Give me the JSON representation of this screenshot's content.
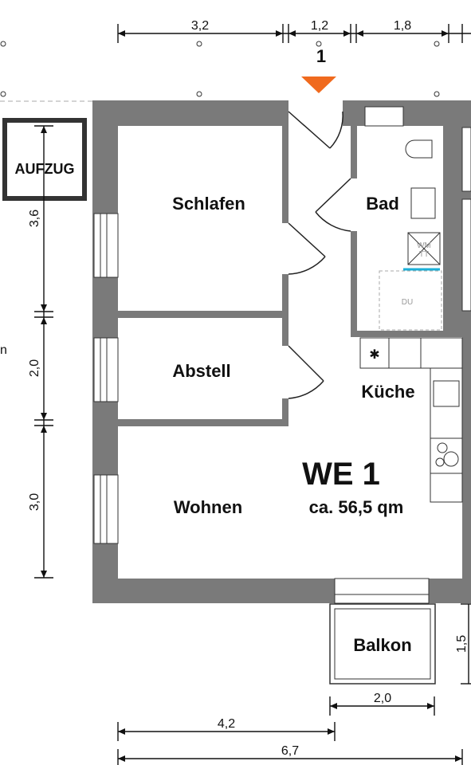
{
  "plan": {
    "entrance_number": "1",
    "elevator_label": "AUFZUG",
    "rooms": {
      "schlafen": "Schlafen",
      "bad": "Bad",
      "abstell": "Abstell",
      "kueche": "Küche",
      "wohnen": "Wohnen",
      "balkon": "Balkon"
    },
    "unit": {
      "name": "WE 1",
      "area": "ca. 56,5 qm",
      "color": "#e8201c"
    },
    "fixtures": {
      "wm": "WM",
      "wm_sub": "TT",
      "du": "DU"
    },
    "fragment_label": "n",
    "dimensions": {
      "top": [
        "3,2",
        "1,2",
        "1,8"
      ],
      "left": [
        "3,6",
        "2,0",
        "3,0"
      ],
      "balcony_depth": "1,5",
      "balcony_width": "2,0",
      "bottom_inner": "4,2",
      "bottom_total": "6,7"
    },
    "colors": {
      "wall": "#7a7a7a",
      "accent_line": "#1ab0d8",
      "entrance_marker": "#f06a1e"
    }
  }
}
